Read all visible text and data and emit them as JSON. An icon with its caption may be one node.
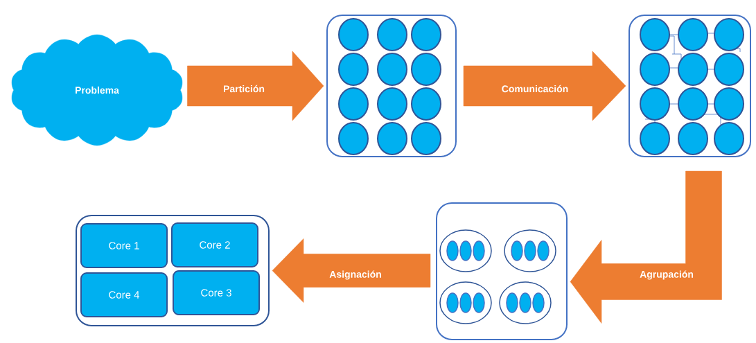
{
  "diagram": {
    "nodes": [
      {
        "text": [
          "Problema"
        ]
      },
      {
        "text": [],
        "shape": "box"
      },
      {
        "text": [],
        "shape": "box"
      },
      {
        "text": [],
        "shape": "box"
      },
      {
        "text": [],
        "shape": "box"
      },
      {
        "text": [
          "Core 1"
        ],
        "in": 4
      },
      {
        "text": [
          "Core 2"
        ],
        "in": 4
      },
      {
        "text": [
          "Core 4"
        ],
        "in": 4
      },
      {
        "text": [
          "Core 3"
        ],
        "in": 4
      }
    ],
    "edges": [
      {
        "from": 0,
        "to": 1,
        "arrow": "to",
        "label": "Partición"
      },
      {
        "from": 1,
        "to": 2,
        "arrow": "to",
        "label": "Comunicación"
      },
      {
        "from": 2,
        "to": 3,
        "arrow": "to",
        "label": "Agrupación"
      },
      {
        "from": 3,
        "to": 4,
        "arrow": "to",
        "label": "Asignación"
      }
    ]
  }
}
